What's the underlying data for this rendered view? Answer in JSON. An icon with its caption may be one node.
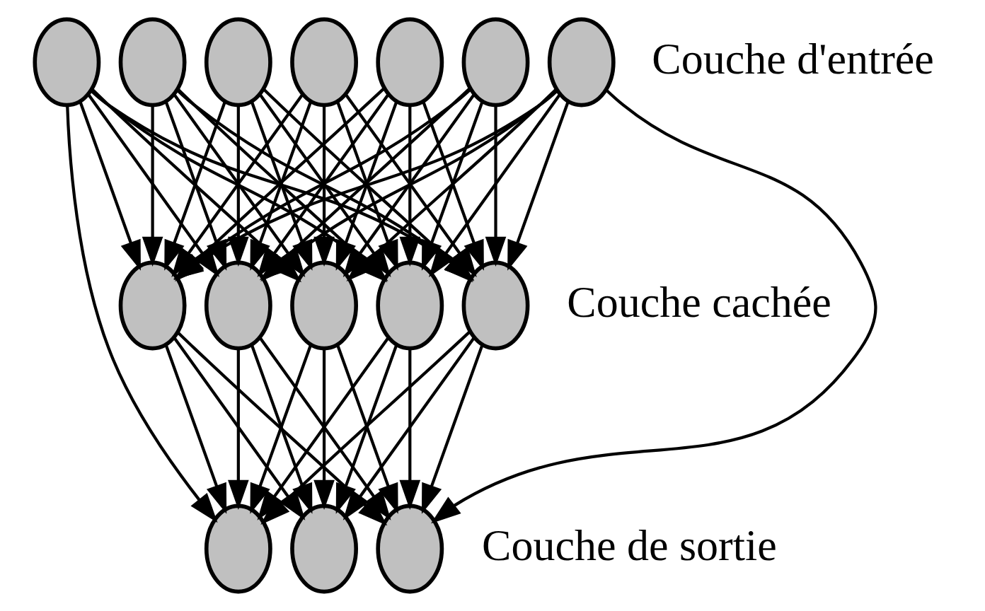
{
  "diagram": {
    "nodes": [
      {
        "text": [],
        "shape": "circle"
      },
      {
        "text": [],
        "shape": "circle"
      },
      {
        "text": [],
        "shape": "circle"
      },
      {
        "text": [],
        "shape": "circle"
      },
      {
        "text": [],
        "shape": "circle"
      },
      {
        "text": [],
        "shape": "circle"
      },
      {
        "text": [],
        "shape": "circle"
      },
      {
        "text": [],
        "shape": "circle"
      },
      {
        "text": [],
        "shape": "circle"
      },
      {
        "text": [],
        "shape": "circle"
      },
      {
        "text": [],
        "shape": "circle"
      },
      {
        "text": [],
        "shape": "circle"
      },
      {
        "text": [],
        "shape": "circle"
      },
      {
        "text": [],
        "shape": "circle"
      },
      {
        "text": [],
        "shape": "circle"
      }
    ],
    "edges": [
      {
        "from": 0,
        "to": 7,
        "arrow": "to"
      },
      {
        "from": 0,
        "to": 8,
        "arrow": "to"
      },
      {
        "from": 0,
        "to": 9,
        "arrow": "to"
      },
      {
        "from": 0,
        "to": 10,
        "arrow": "to"
      },
      {
        "from": 0,
        "to": 11,
        "arrow": "to"
      },
      {
        "from": 1,
        "to": 7,
        "arrow": "to"
      },
      {
        "from": 1,
        "to": 8,
        "arrow": "to"
      },
      {
        "from": 1,
        "to": 9,
        "arrow": "to"
      },
      {
        "from": 1,
        "to": 10,
        "arrow": "to"
      },
      {
        "from": 1,
        "to": 11,
        "arrow": "to"
      },
      {
        "from": 2,
        "to": 7,
        "arrow": "to"
      },
      {
        "from": 2,
        "to": 8,
        "arrow": "to"
      },
      {
        "from": 2,
        "to": 9,
        "arrow": "to"
      },
      {
        "from": 2,
        "to": 10,
        "arrow": "to"
      },
      {
        "from": 2,
        "to": 11,
        "arrow": "to"
      },
      {
        "from": 3,
        "to": 7,
        "arrow": "to"
      },
      {
        "from": 3,
        "to": 8,
        "arrow": "to"
      },
      {
        "from": 3,
        "to": 9,
        "arrow": "to"
      },
      {
        "from": 3,
        "to": 10,
        "arrow": "to"
      },
      {
        "from": 3,
        "to": 11,
        "arrow": "to"
      },
      {
        "from": 4,
        "to": 7,
        "arrow": "to"
      },
      {
        "from": 4,
        "to": 8,
        "arrow": "to"
      },
      {
        "from": 4,
        "to": 9,
        "arrow": "to"
      },
      {
        "from": 4,
        "to": 10,
        "arrow": "to"
      },
      {
        "from": 4,
        "to": 11,
        "arrow": "to"
      },
      {
        "from": 5,
        "to": 7,
        "arrow": "to"
      },
      {
        "from": 5,
        "to": 8,
        "arrow": "to"
      },
      {
        "from": 5,
        "to": 9,
        "arrow": "to"
      },
      {
        "from": 5,
        "to": 10,
        "arrow": "to"
      },
      {
        "from": 5,
        "to": 11,
        "arrow": "to"
      },
      {
        "from": 6,
        "to": 7,
        "arrow": "to"
      },
      {
        "from": 6,
        "to": 8,
        "arrow": "to"
      },
      {
        "from": 6,
        "to": 9,
        "arrow": "to"
      },
      {
        "from": 6,
        "to": 10,
        "arrow": "to"
      },
      {
        "from": 6,
        "to": 11,
        "arrow": "to"
      },
      {
        "from": 7,
        "to": 12,
        "arrow": "to"
      },
      {
        "from": 7,
        "to": 13,
        "arrow": "to"
      },
      {
        "from": 7,
        "to": 14,
        "arrow": "to"
      },
      {
        "from": 8,
        "to": 12,
        "arrow": "to"
      },
      {
        "from": 8,
        "to": 13,
        "arrow": "to"
      },
      {
        "from": 8,
        "to": 14,
        "arrow": "to"
      },
      {
        "from": 9,
        "to": 12,
        "arrow": "to"
      },
      {
        "from": 9,
        "to": 13,
        "arrow": "to"
      },
      {
        "from": 9,
        "to": 14,
        "arrow": "to"
      },
      {
        "from": 10,
        "to": 12,
        "arrow": "to"
      },
      {
        "from": 10,
        "to": 13,
        "arrow": "to"
      },
      {
        "from": 10,
        "to": 14,
        "arrow": "to"
      },
      {
        "from": 11,
        "to": 12,
        "arrow": "to"
      },
      {
        "from": 11,
        "to": 13,
        "arrow": "to"
      },
      {
        "from": 11,
        "to": 14,
        "arrow": "to"
      },
      {
        "from": 0,
        "to": 12,
        "arrow": "to"
      },
      {
        "from": 6,
        "to": 14,
        "arrow": "to"
      }
    ],
    "labels": [
      "Couche d'entrée",
      "Couche cachée",
      "Couche de sortie"
    ]
  }
}
